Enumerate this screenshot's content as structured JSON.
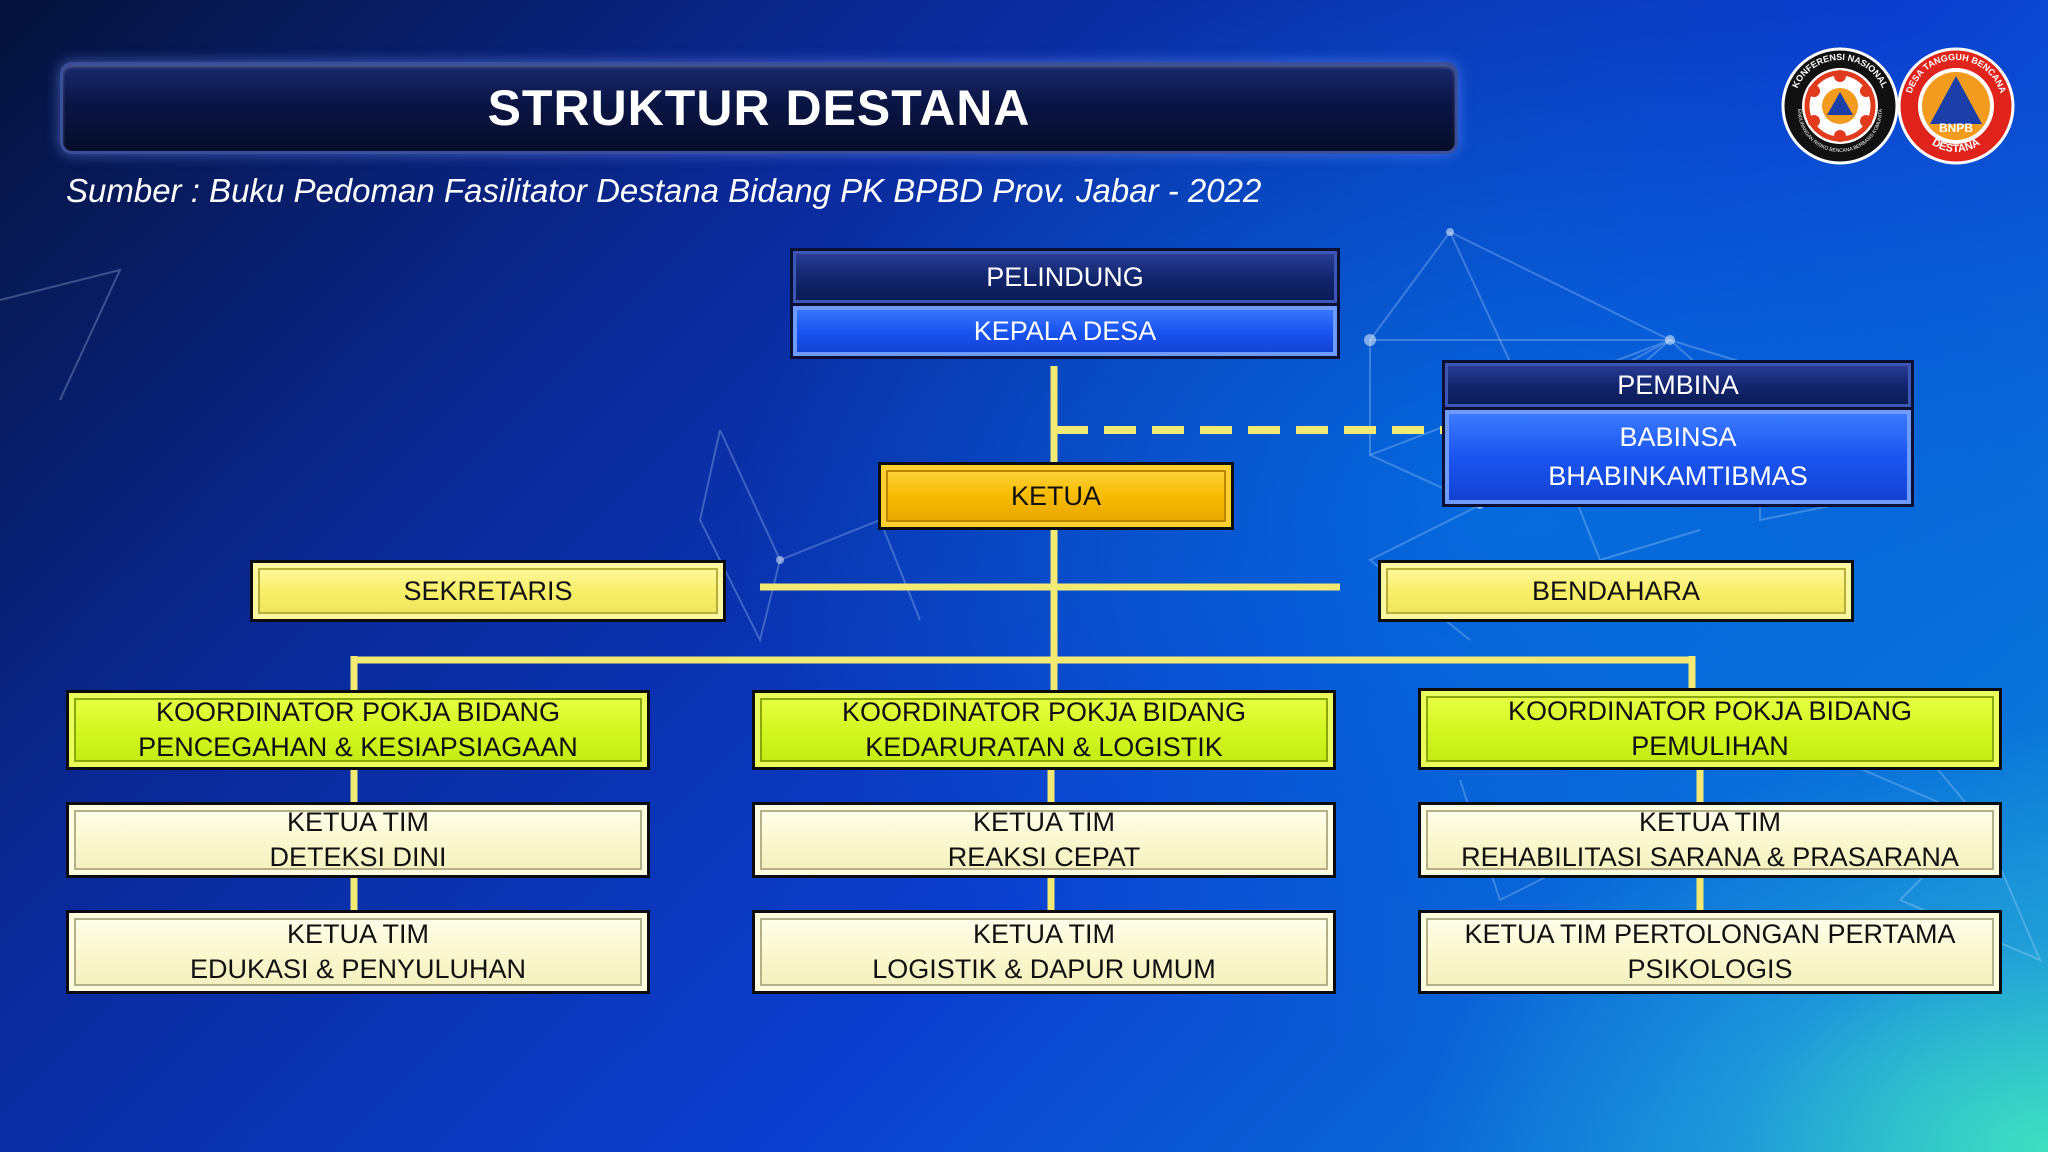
{
  "header": {
    "title": "STRUKTUR DESTANA",
    "source": "Sumber : Buku Pedoman Fasilitator Destana Bidang PK BPBD Prov. Jabar - 2022"
  },
  "logos": {
    "left": {
      "ring_text_top": "KONFERENSI NASIONAL",
      "ring_text_bottom": "PENGURANGAN RISIKO BENCANA BERBASIS KOMUNITAS"
    },
    "right": {
      "ring_text_top": "DESA TANGGUH BENCANA",
      "badge": "BNPB",
      "ring_text_bottom": "DESTANA"
    }
  },
  "org": {
    "pelindung": {
      "header": "PELINDUNG",
      "body": "KEPALA DESA"
    },
    "pembina": {
      "header": "PEMBINA",
      "body_line1": "BABINSA",
      "body_line2": "BHABINKAMTIBMAS"
    },
    "ketua": "KETUA",
    "sekretaris": "SEKRETARIS",
    "bendahara": "BENDAHARA",
    "columns": [
      {
        "coordinator": {
          "line1": "KOORDINATOR POKJA BIDANG",
          "line2": "PENCEGAHAN & KESIAPSIAGAAN"
        },
        "team1": {
          "line1": "KETUA TIM",
          "line2": "DETEKSI DINI"
        },
        "team2": {
          "line1": "KETUA TIM",
          "line2": "EDUKASI & PENYULUHAN"
        }
      },
      {
        "coordinator": {
          "line1": "KOORDINATOR POKJA BIDANG",
          "line2": "KEDARURATAN & LOGISTIK"
        },
        "team1": {
          "line1": "KETUA TIM",
          "line2": "REAKSI CEPAT"
        },
        "team2": {
          "line1": "KETUA TIM",
          "line2": "LOGISTIK & DAPUR UMUM"
        }
      },
      {
        "coordinator": {
          "line1": "KOORDINATOR POKJA BIDANG",
          "line2": "PEMULIHAN"
        },
        "team1": {
          "line1": "KETUA TIM",
          "line2": "REHABILITASI SARANA & PRASARANA"
        },
        "team2": {
          "line1": "KETUA TIM PERTOLONGAN PERTAMA",
          "line2": "PSIKOLOGIS"
        }
      }
    ]
  },
  "colors": {
    "connector": "#f3ea74",
    "dark_blue": "#13266e",
    "blue": "#1a55f0",
    "gold": "#f7bb00",
    "lemon": "#f8ef6a",
    "lime": "#d4f721",
    "cream": "#fbf8cf"
  }
}
